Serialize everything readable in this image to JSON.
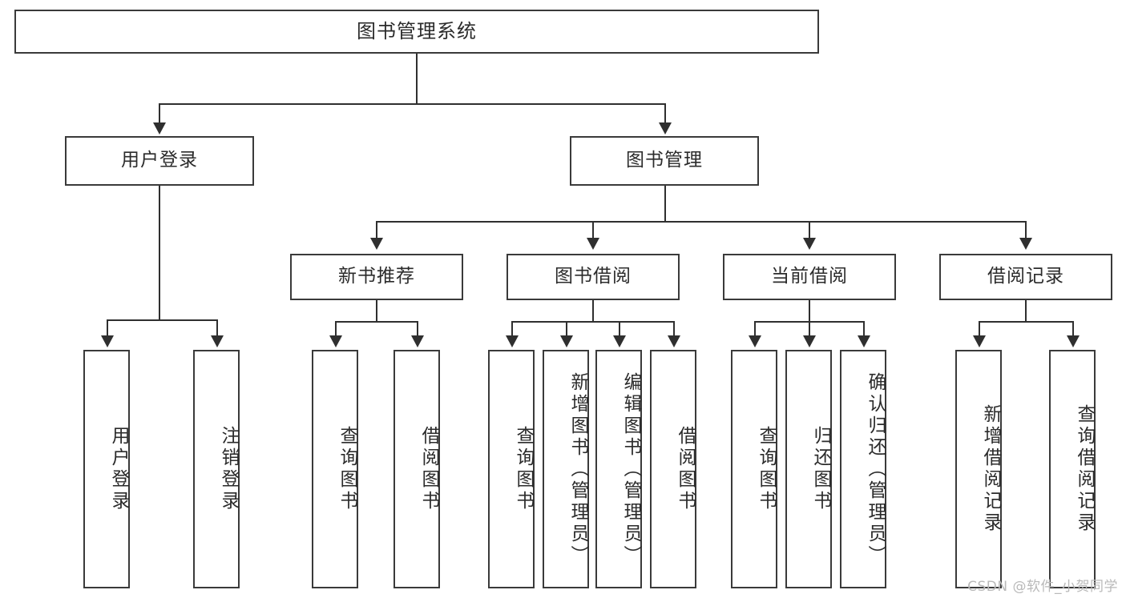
{
  "diagram": {
    "title": "图书管理系统",
    "type": "tree",
    "watermark": "CSDN @软件_小贺同学",
    "colors": {
      "box_border": "#3a3a3a",
      "connector": "#2f2f2f",
      "text": "#2b2b2b",
      "background": "#ffffff",
      "watermark": "#b9b9b9"
    },
    "root": {
      "label": "图书管理系统"
    },
    "level2": [
      {
        "label": "用户登录"
      },
      {
        "label": "图书管理"
      }
    ],
    "level3": [
      {
        "label": "新书推荐"
      },
      {
        "label": "图书借阅"
      },
      {
        "label": "当前借阅"
      },
      {
        "label": "借阅记录"
      }
    ],
    "leaves": [
      {
        "label": "用户登录",
        "parent": "用户登录"
      },
      {
        "label": "注销登录",
        "parent": "用户登录"
      },
      {
        "label": "查询图书",
        "parent": "新书推荐"
      },
      {
        "label": "借阅图书",
        "parent": "新书推荐"
      },
      {
        "label": "查询图书",
        "parent": "图书借阅"
      },
      {
        "label": "新增图书（管理员）",
        "parent": "图书借阅"
      },
      {
        "label": "编辑图书（管理员）",
        "parent": "图书借阅"
      },
      {
        "label": "借阅图书",
        "parent": "图书借阅"
      },
      {
        "label": "查询图书",
        "parent": "当前借阅"
      },
      {
        "label": "归还图书",
        "parent": "当前借阅"
      },
      {
        "label": "确认归还（管理员）",
        "parent": "当前借阅"
      },
      {
        "label": "新增借阅记录",
        "parent": "借阅记录"
      },
      {
        "label": "查询借阅记录",
        "parent": "借阅记录"
      }
    ]
  }
}
